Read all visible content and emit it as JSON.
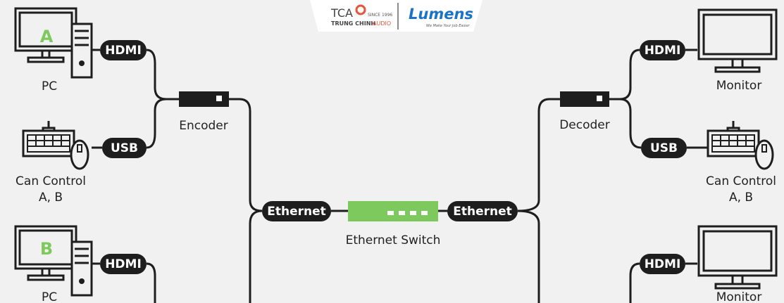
{
  "logo": {
    "tca": "TCA",
    "since": "SINCE 1996",
    "company_dark": "TRUNG CHINH",
    "company_accent": "AUDIO",
    "brand": "Lumens",
    "tagline": "We Make Your Job Easier"
  },
  "left": {
    "pc_a": {
      "letter": "A",
      "label": "PC",
      "port": "HDMI"
    },
    "control": {
      "label_line1": "Can Control",
      "label_line2": "A, B",
      "port": "USB"
    },
    "encoder": "Encoder",
    "pc_b": {
      "letter": "B",
      "label": "PC",
      "port": "HDMI"
    },
    "ethernet": "Ethernet"
  },
  "center": {
    "switch_label": "Ethernet Switch"
  },
  "right": {
    "monitor_1": {
      "label": "Monitor",
      "port": "HDMI"
    },
    "control": {
      "label_line1": "Can Control",
      "label_line2": "A, B",
      "port": "USB"
    },
    "decoder": "Decoder",
    "monitor_2": {
      "label": "Monitor",
      "port": "HDMI"
    },
    "ethernet": "Ethernet"
  },
  "colors": {
    "accent_green": "#7dc95e",
    "dark": "#1e1e1e",
    "lumens_blue": "#1a73c8",
    "tca_red": "#e8553a"
  }
}
